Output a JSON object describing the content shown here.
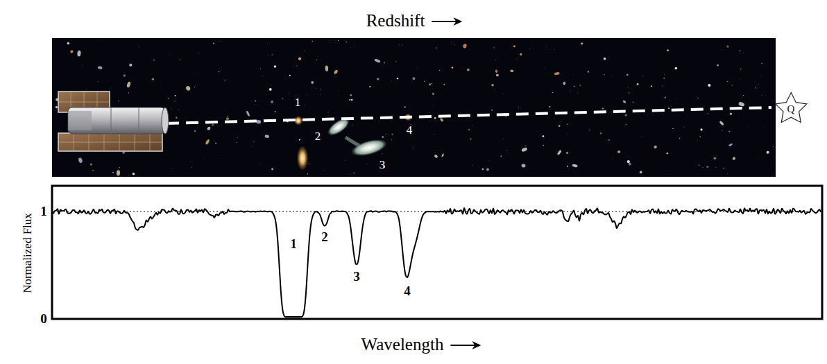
{
  "diagram": {
    "nodes": [
      {
        "text": [
          "Q"
        ]
      }
    ],
    "labels": [
      "Redshift",
      "1",
      "2",
      "3",
      "4",
      "Normalized Flux",
      "1",
      "0",
      "1",
      "2",
      "3",
      "4",
      "Wavelength"
    ]
  }
}
